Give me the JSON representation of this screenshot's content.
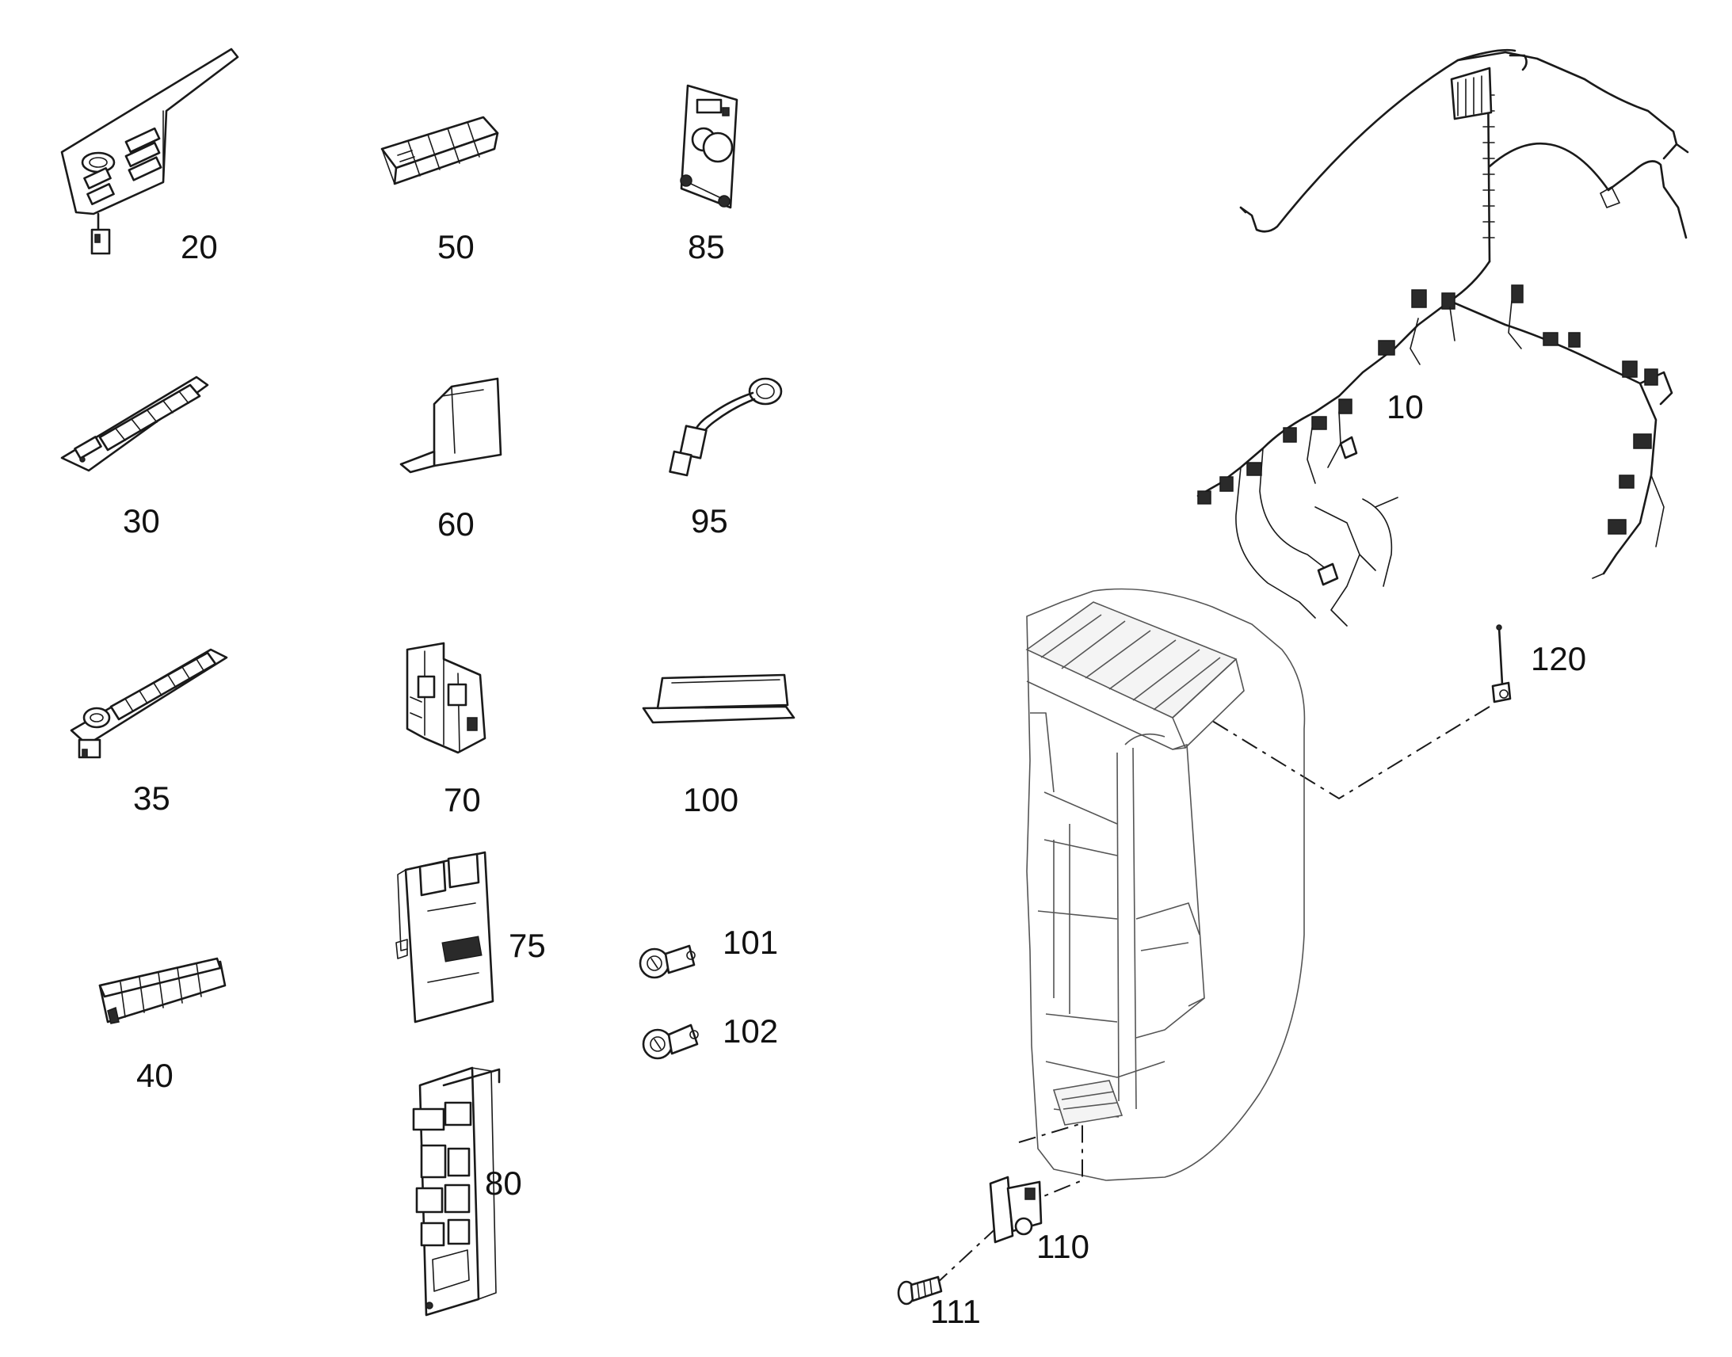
{
  "callouts": {
    "p10": "10",
    "p20": "20",
    "p30": "30",
    "p35": "35",
    "p40": "40",
    "p50": "50",
    "p60": "60",
    "p70": "70",
    "p75": "75",
    "p80": "80",
    "p85": "85",
    "p95": "95",
    "p100": "100",
    "p101": "101",
    "p102": "102",
    "p110": "110",
    "p111": "111",
    "p120": "120"
  }
}
